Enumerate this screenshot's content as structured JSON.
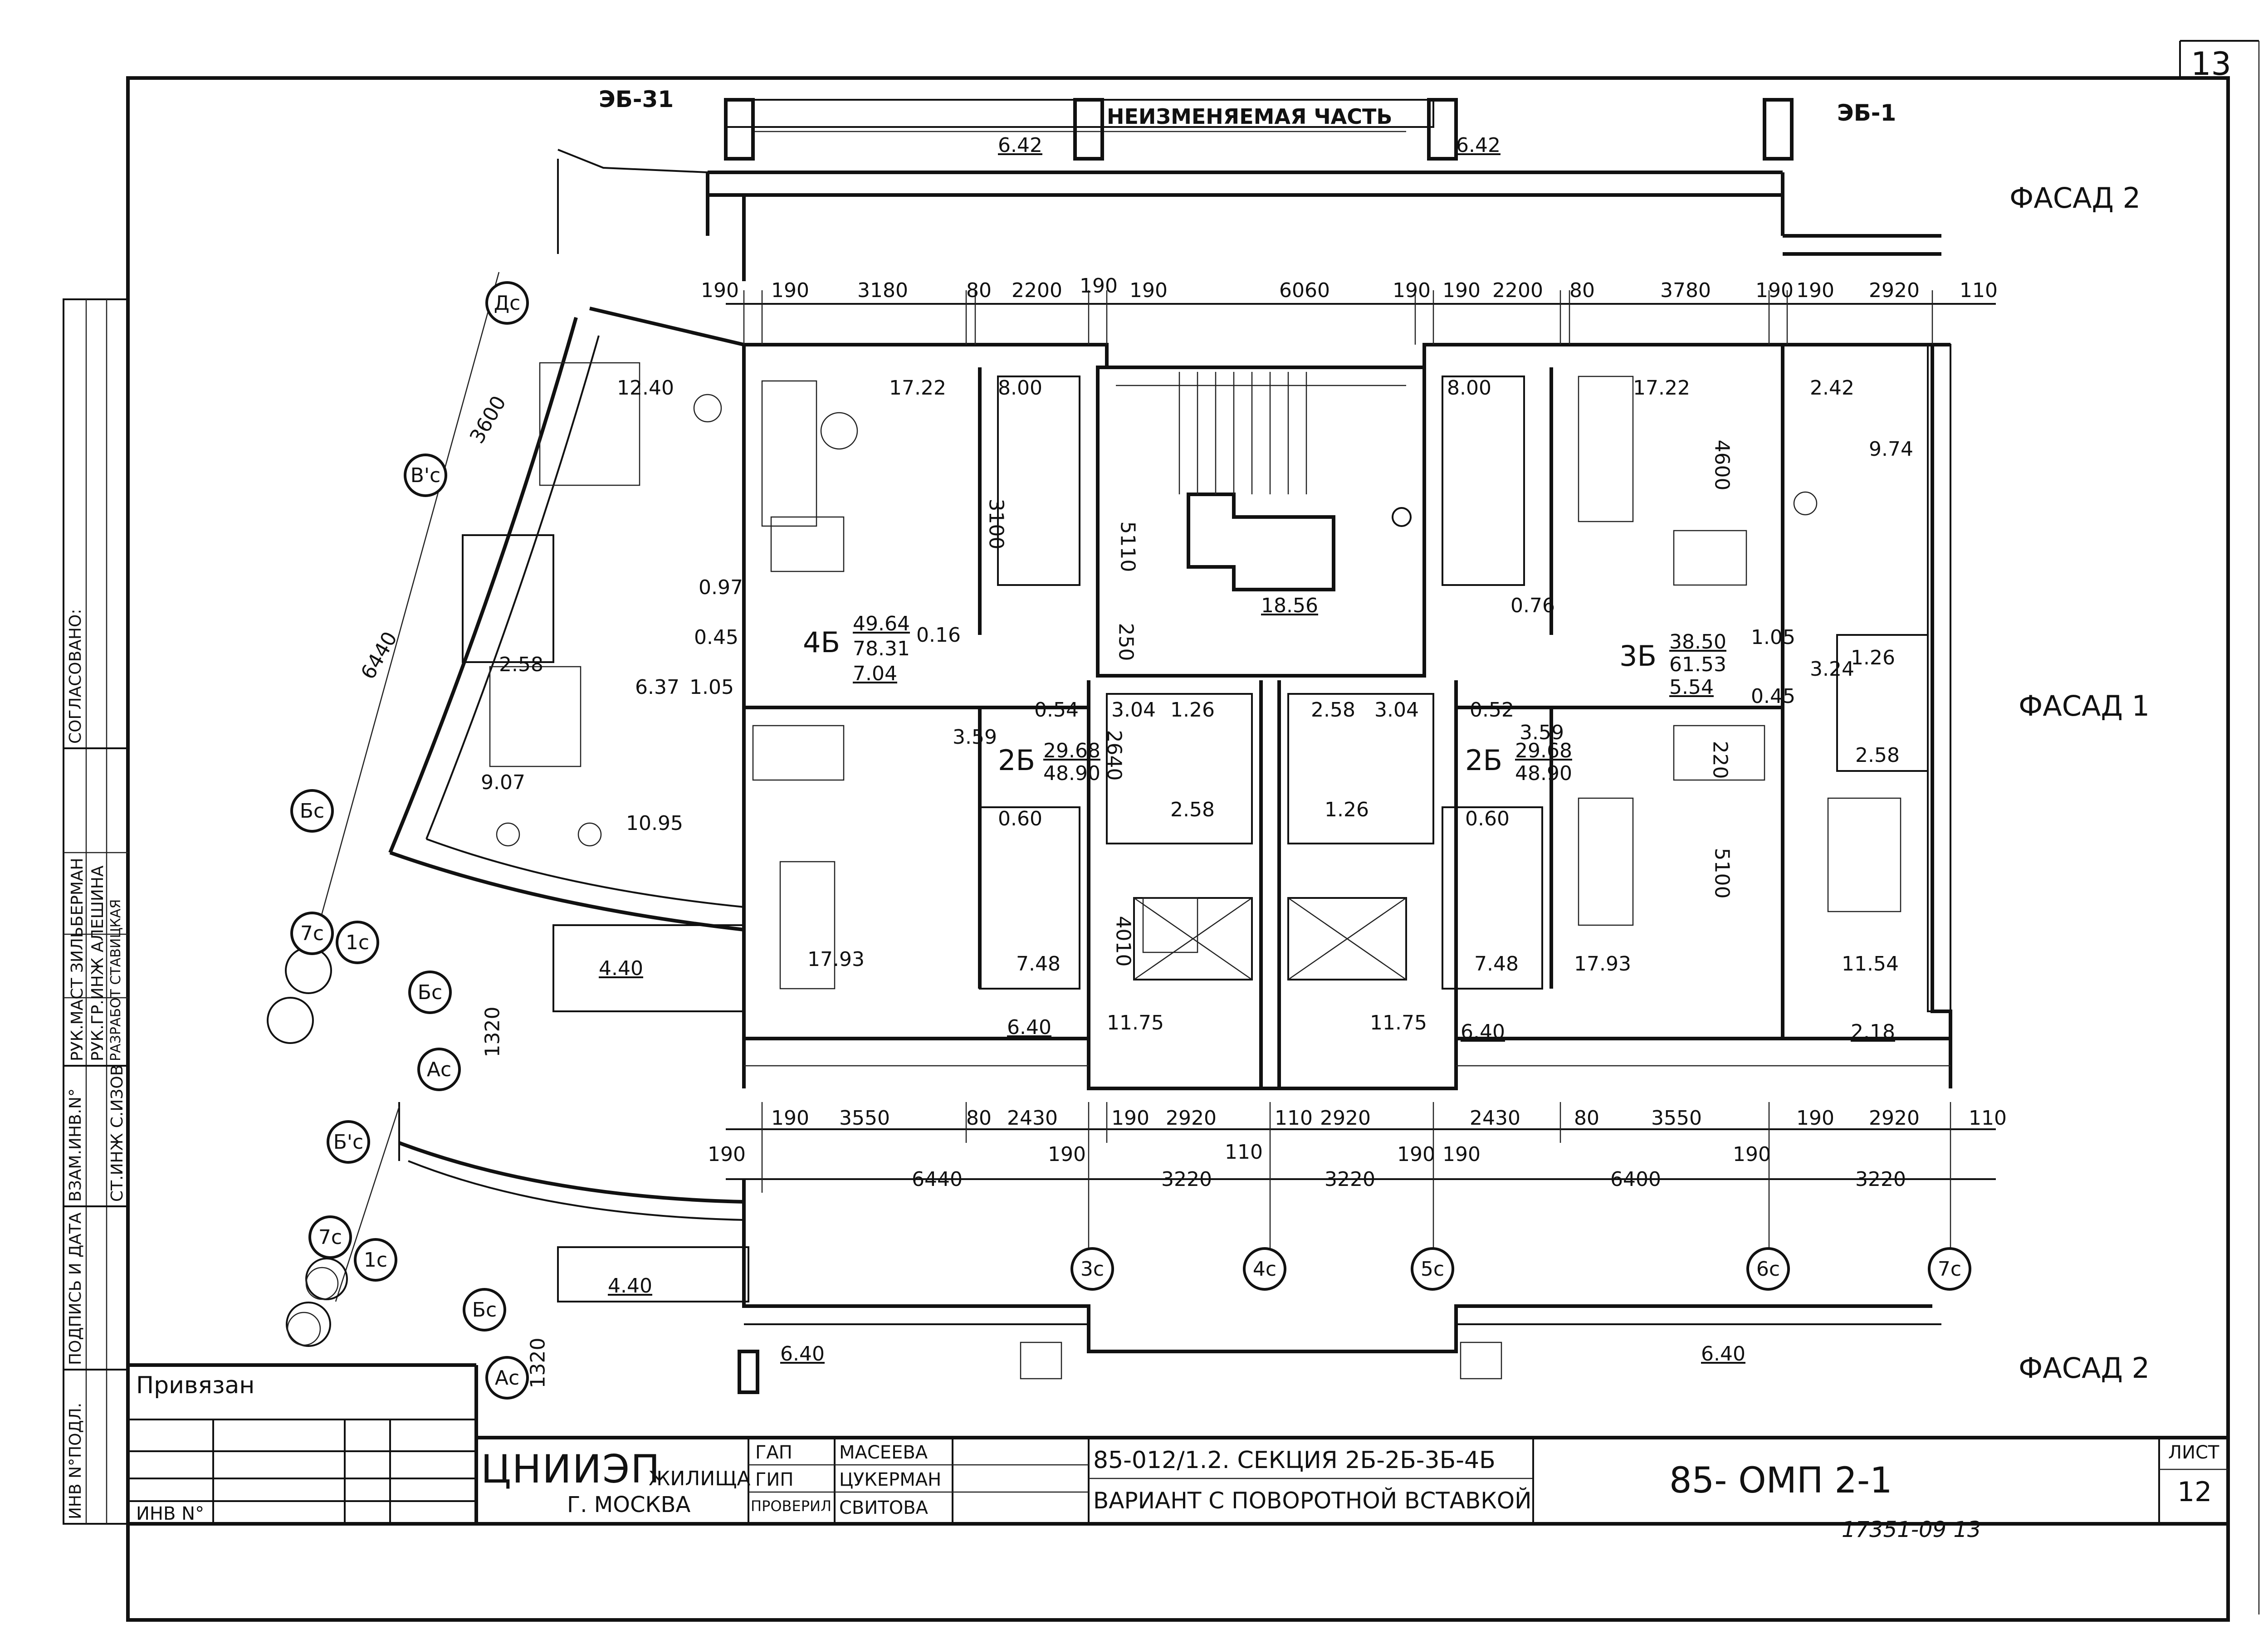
{
  "sheet": {
    "page_number": "13",
    "archive_number": "17351-09  13",
    "fragment_left": "ЭБ-31",
    "fragment_right": "ЭБ-1",
    "fixed_part_label": "НЕИЗМЕНЯЕМАЯ ЧАСТЬ"
  },
  "facades": {
    "right_top": "ФАСАД 2",
    "right_mid": "ФАСАД 1",
    "right_bottom": "ФАСАД 2"
  },
  "axes": {
    "top_left_1": "Дс",
    "top_left_2": "В'с",
    "top_left_3": "Бс",
    "left_7c": "7с",
    "left_1c": "1с",
    "mid_bc": "Бс",
    "mid_ac": "Ас",
    "lower_b1c": "Б'с",
    "lower_7c": "7с",
    "lower_1c": "1с",
    "lower_bc": "Бс",
    "lower_ac": "Ас",
    "bottom_3c": "3с",
    "bottom_4c": "4с",
    "bottom_5c": "5с",
    "bottom_6c": "6с",
    "bottom_7c": "7с"
  },
  "dims_top": [
    "190",
    "190",
    "3180",
    "80",
    "2200",
    "190",
    "190",
    "6060",
    "190",
    "190",
    "2200",
    "80",
    "3780",
    "190",
    "190",
    "2920",
    "110"
  ],
  "dims_bottom1": [
    "190",
    "3550",
    "80",
    "2430",
    "190",
    "2920",
    "110",
    "2920",
    "2430",
    "80",
    "3550",
    "190",
    "2920",
    "110"
  ],
  "dims_bottom2": [
    "190",
    "6440",
    "190",
    "3220",
    "110",
    "3220",
    "190",
    "190",
    "6400",
    "190",
    "3220"
  ],
  "dims_other": {
    "d3600": "3600",
    "d6440": "6440",
    "d5110": "5110",
    "d250": "250",
    "d2640": "2640",
    "d4010": "4010",
    "d4600": "4600",
    "d5100": "5100",
    "d220": "220",
    "d3100": "3100",
    "d1320a": "1320",
    "d1320b": "1320"
  },
  "areas": {
    "a_12_40": "12.40",
    "a_17_22_l": "17.22",
    "a_8_00_l": "8.00",
    "a_18_56": "18.56",
    "a_8_00_r": "8.00",
    "a_17_22_r": "17.22",
    "a_2_42": "2.42",
    "a_9_74": "9.74",
    "a_0_97": "0.97",
    "a_0_45_l": "0.45",
    "a_2_58_l": "2.58",
    "a_6_37": "6.37",
    "a_1_05_l": "1.05",
    "a_9_07": "9.07",
    "a_10_95": "10.95",
    "a_4_40_top": "4.40",
    "a_17_93_l": "17.93",
    "a_7_48_l": "7.48",
    "a_0_60_l": "0.60",
    "a_3_59_l": "3.59",
    "a_0_54": "0.54",
    "a_3_04_l": "3.04",
    "a_1_26_l": "1.26",
    "a_2_58_c": "2.58",
    "a_11_75_l": "11.75",
    "a_11_75_r": "11.75",
    "a_2_58_c2": "2.58",
    "a_3_04_r": "3.04",
    "a_1_26_c": "1.26",
    "a_0_52": "0.52",
    "a_3_59_r": "3.59",
    "a_0_60_r": "0.60",
    "a_7_48_r": "7.48",
    "a_17_93_r": "17.93",
    "a_0_76": "0.76",
    "a_1_05_r": "1.05",
    "a_0_45_r": "0.45",
    "a_3_24": "3.24",
    "a_1_26_r": "1.26",
    "a_2_58_r": "2.58",
    "a_11_54": "11.54",
    "a_2_18": "2.18",
    "a_6_40_a": "6.40",
    "a_6_40_b": "6.40",
    "a_6_40_c": "6.40",
    "a_6_40_d": "6.40",
    "a_4_40_bot": "4.40",
    "a_6_42_l": "6.42",
    "a_6_42_r": "6.42",
    "a_0_16": "0.16"
  },
  "apartments": {
    "apt4": {
      "type": "4Б",
      "living": "49.64",
      "total": "78.31",
      "extra": "7.04"
    },
    "apt2l": {
      "type": "2Б",
      "living": "29.68",
      "total": "48.90"
    },
    "apt2r": {
      "type": "2Б",
      "living": "29.68",
      "total": "48.90"
    },
    "apt3": {
      "type": "3Б",
      "living": "38.50",
      "total": "61.53",
      "extra": "5.54"
    }
  },
  "side_stamp": {
    "approved": "СОГЛАСОВАНО:",
    "rows": [
      "РУК.МАСТ ЗИЛЬБЕРМАН",
      "РУК.ГР.ИНЖ АЛЕШИНА",
      "СТ.ИНЖ С.ИЗОВ",
      "РАЗРАБОТ СТАВИЦКАЯ"
    ],
    "cols": [
      "ИНВ N°ПОДЛ.",
      "ПОДПИСЬ И ДАТА",
      "ВЗАМ.ИНВ.N°"
    ]
  },
  "title_block": {
    "privyazan": "Привязан",
    "inv_no": "ИНВ N°",
    "org": "ЦНИИЭП",
    "org_sub": "ЖИЛИЩА",
    "city": "Г. МОСКВА",
    "roles": [
      "ГАП",
      "ГИП",
      "ПРОВЕРИЛ"
    ],
    "names": [
      "МАСЕЕВА",
      "ЦУКЕРМАН",
      "СВИТОВА"
    ],
    "project": "85-012/1.2. СЕКЦИЯ 2Б-2Б-3Б-4Б",
    "variant": "ВАРИАНТ С ПОВОРОТНОЙ ВСТАВКОЙ",
    "code": "85- ОМП 2-1",
    "sheet_label": "ЛИСТ",
    "sheet_no": "12"
  }
}
